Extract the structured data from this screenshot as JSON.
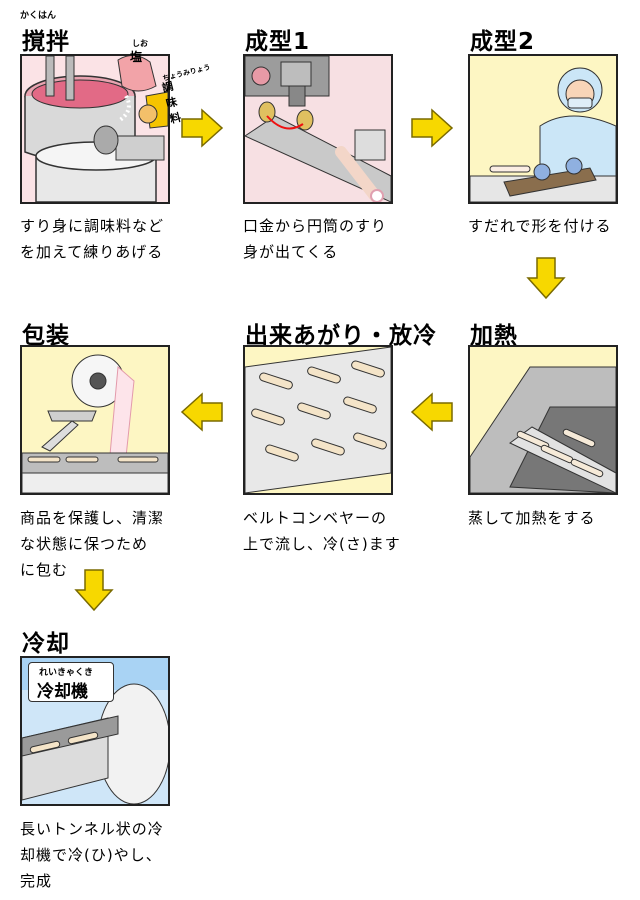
{
  "steps": [
    {
      "title": "撹拌",
      "ruby": "かくはん",
      "caption_lines": [
        "すり身に調味料など",
        "を加えて練りあげる"
      ],
      "tags": {
        "salt": "塩",
        "salt_ruby": "しお",
        "seasoning": "調味料",
        "seasoning_ruby": "ちょうみりょう"
      }
    },
    {
      "title": "成型1",
      "caption_lines": [
        "口金から円筒のすり",
        "身が出てくる"
      ]
    },
    {
      "title": "成型2",
      "caption_lines": [
        "すだれで形を付ける"
      ]
    },
    {
      "title": "加熱",
      "caption_lines": [
        "蒸して加熱をする"
      ]
    },
    {
      "title": "出来あがり・放冷",
      "caption_lines": [
        "ベルトコンベヤーの",
        "上で流し、冷(さ)ます"
      ]
    },
    {
      "title": "包装",
      "caption_lines": [
        "商品を保護し、清潔",
        "な状態に保つため",
        "に包む"
      ]
    },
    {
      "title": "冷却",
      "caption_lines": [
        "長いトンネル状の冷",
        "却機で冷(ひ)やし、",
        "完成"
      ],
      "sign": {
        "label": "冷却機",
        "ruby": "れいきゃくき"
      }
    }
  ],
  "colors": {
    "arrow": "#f7d800",
    "arrow_outline": "#7a6a00",
    "panel_bg": "#fdf6c3",
    "pink_bg": "#f7e0e3",
    "cool_bg": "#a9d3f4"
  },
  "icons": [
    "mixer",
    "extruder",
    "worker",
    "steamer",
    "conveyor",
    "wrapper",
    "cooling-tunnel",
    "arrow-right",
    "arrow-down",
    "arrow-left"
  ]
}
